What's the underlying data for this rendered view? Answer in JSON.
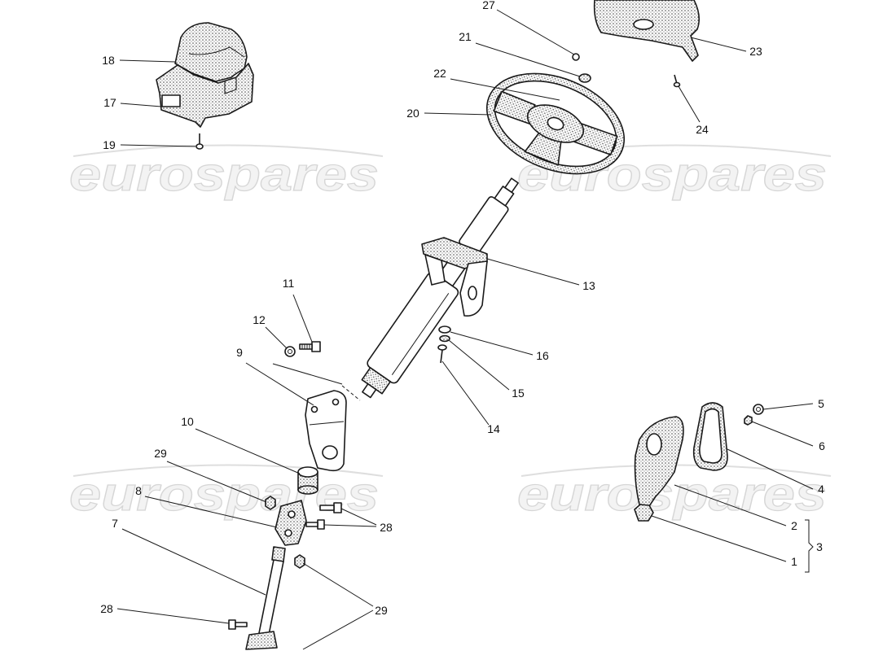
{
  "watermark": {
    "text": "eurospares"
  },
  "callouts": [
    "27",
    "21",
    "22",
    "20",
    "23",
    "24",
    "18",
    "17",
    "19",
    "13",
    "11",
    "12",
    "9",
    "16",
    "15",
    "14",
    "10",
    "29",
    "8",
    "28",
    "7",
    "29",
    "28",
    "5",
    "6",
    "4",
    "2",
    "3",
    "1"
  ],
  "colors": {
    "line": "#1a1a1a",
    "watermark": "#d6d6d6",
    "background": "#ffffff"
  }
}
